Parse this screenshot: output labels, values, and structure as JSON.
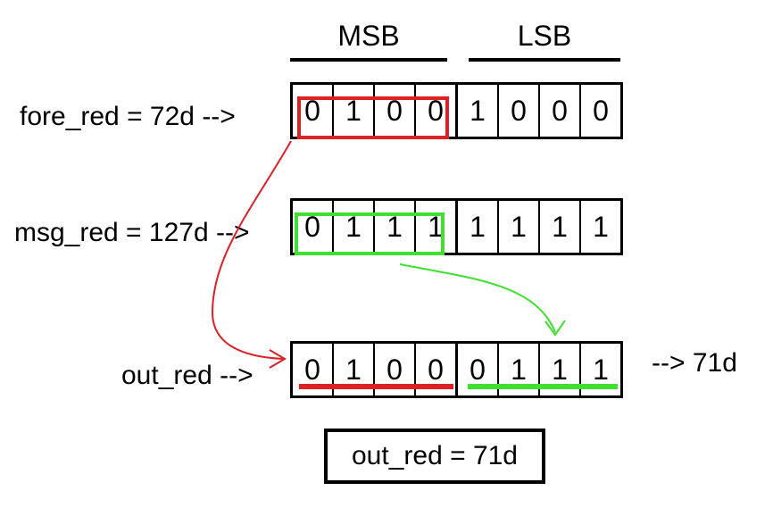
{
  "headers": {
    "msb": "MSB",
    "lsb": "LSB"
  },
  "rows": {
    "fore": {
      "label": "fore_red = 72d -->",
      "bits": [
        "0",
        "1",
        "0",
        "0",
        "1",
        "0",
        "0",
        "0"
      ]
    },
    "msg": {
      "label": "msg_red = 127d -->",
      "bits": [
        "0",
        "1",
        "1",
        "1",
        "1",
        "1",
        "1",
        "1"
      ]
    },
    "out": {
      "label": "out_red -->",
      "bits": [
        "0",
        "1",
        "0",
        "0",
        "0",
        "1",
        "1",
        "1"
      ],
      "result_text": "--> 71d"
    }
  },
  "result_box": {
    "text": "out_red = 71d"
  },
  "colors": {
    "red": "#dd1f26",
    "green": "#3fe030",
    "line": "#000000"
  }
}
